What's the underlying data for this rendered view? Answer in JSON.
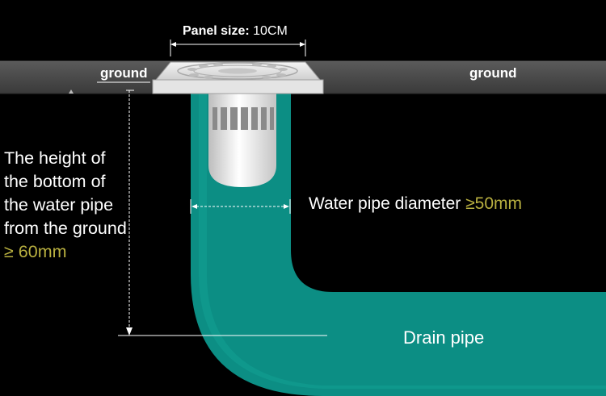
{
  "labels": {
    "panel_size_label": "Panel size:",
    "panel_size_value": "10CM",
    "ground_left": "ground",
    "ground_right": "ground",
    "height_lines": [
      "The height of",
      "the bottom of",
      "the water pipe",
      "from the ground"
    ],
    "height_value": "≥ 60mm",
    "diameter_label": "Water pipe diameter ",
    "diameter_value": "≥50mm",
    "drain_pipe": "Drain pipe"
  },
  "colors": {
    "background": "#000000",
    "ground": "#4a4a4a",
    "pipe": "#0c8e84",
    "panel": "#e8e8e8",
    "accent": "#b9b040",
    "text": "#ffffff"
  }
}
